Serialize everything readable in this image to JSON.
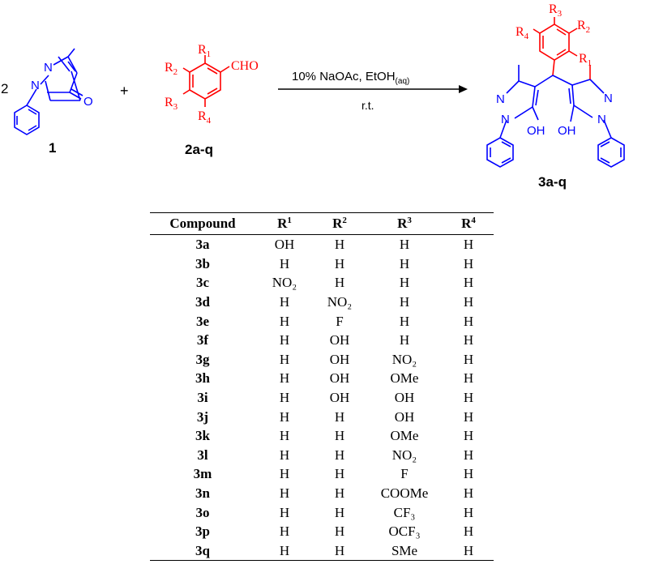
{
  "scheme": {
    "stoich": "2",
    "plus": "+",
    "reactant1": {
      "label": "1",
      "atoms": {
        "n_top": "N",
        "n_bottom": "N",
        "o": "O"
      }
    },
    "reactant2": {
      "label": "2a-q",
      "cho": "CHO",
      "r1": "R",
      "r1_sub": "1",
      "r2": "R",
      "r2_sub": "2",
      "r3": "R",
      "r3_sub": "3",
      "r4": "R",
      "r4_sub": "4"
    },
    "conditions": {
      "reagent": "10% NaOAc, EtOH",
      "reagent_sub": "(aq)",
      "temp": "r.t."
    },
    "product": {
      "label": "3a-q",
      "r1": "R",
      "r1_sub": "1",
      "r2": "R",
      "r2_sub": "2",
      "r3": "R",
      "r3_sub": "3",
      "r4": "R",
      "r4_sub": "4",
      "n_a": "N",
      "n_b": "N",
      "n_c": "N",
      "n_d": "N",
      "oh_left": "OH",
      "oh_right": "OH"
    },
    "colors": {
      "core": "#0000ff",
      "substituent": "#ff0000",
      "text": "#000000"
    }
  },
  "table": {
    "headers": [
      {
        "text": "Compound",
        "sup": ""
      },
      {
        "text": "R",
        "sup": "1"
      },
      {
        "text": "R",
        "sup": "2"
      },
      {
        "text": "R",
        "sup": "3"
      },
      {
        "text": "R",
        "sup": "4"
      }
    ],
    "rows": [
      {
        "compound": "3a",
        "r1": "OH",
        "r2": "H",
        "r3": "H",
        "r4": "H"
      },
      {
        "compound": "3b",
        "r1": "H",
        "r2": "H",
        "r3": "H",
        "r4": "H"
      },
      {
        "compound": "3c",
        "r1": "NO₂",
        "r2": "H",
        "r3": "H",
        "r4": "H"
      },
      {
        "compound": "3d",
        "r1": "H",
        "r2": "NO₂",
        "r3": "H",
        "r4": "H"
      },
      {
        "compound": "3e",
        "r1": "H",
        "r2": "F",
        "r3": "H",
        "r4": "H"
      },
      {
        "compound": "3f",
        "r1": "H",
        "r2": "OH",
        "r3": "H",
        "r4": "H"
      },
      {
        "compound": "3g",
        "r1": "H",
        "r2": "OH",
        "r3": "NO₂",
        "r4": "H"
      },
      {
        "compound": "3h",
        "r1": "H",
        "r2": "OH",
        "r3": "OMe",
        "r4": "H"
      },
      {
        "compound": "3i",
        "r1": "H",
        "r2": "OH",
        "r3": "OH",
        "r4": "H"
      },
      {
        "compound": "3j",
        "r1": "H",
        "r2": "H",
        "r3": "OH",
        "r4": "H"
      },
      {
        "compound": "3k",
        "r1": "H",
        "r2": "H",
        "r3": "OMe",
        "r4": "H"
      },
      {
        "compound": "3l",
        "r1": "H",
        "r2": "H",
        "r3": "NO₂",
        "r4": "H"
      },
      {
        "compound": "3m",
        "r1": "H",
        "r2": "H",
        "r3": "F",
        "r4": "H"
      },
      {
        "compound": "3n",
        "r1": "H",
        "r2": "H",
        "r3": "COOMe",
        "r4": "H"
      },
      {
        "compound": "3o",
        "r1": "H",
        "r2": "H",
        "r3": "CF₃",
        "r4": "H"
      },
      {
        "compound": "3p",
        "r1": "H",
        "r2": "H",
        "r3": "OCF₃",
        "r4": "H"
      },
      {
        "compound": "3q",
        "r1": "H",
        "r2": "H",
        "r3": "SMe",
        "r4": "H"
      }
    ]
  }
}
